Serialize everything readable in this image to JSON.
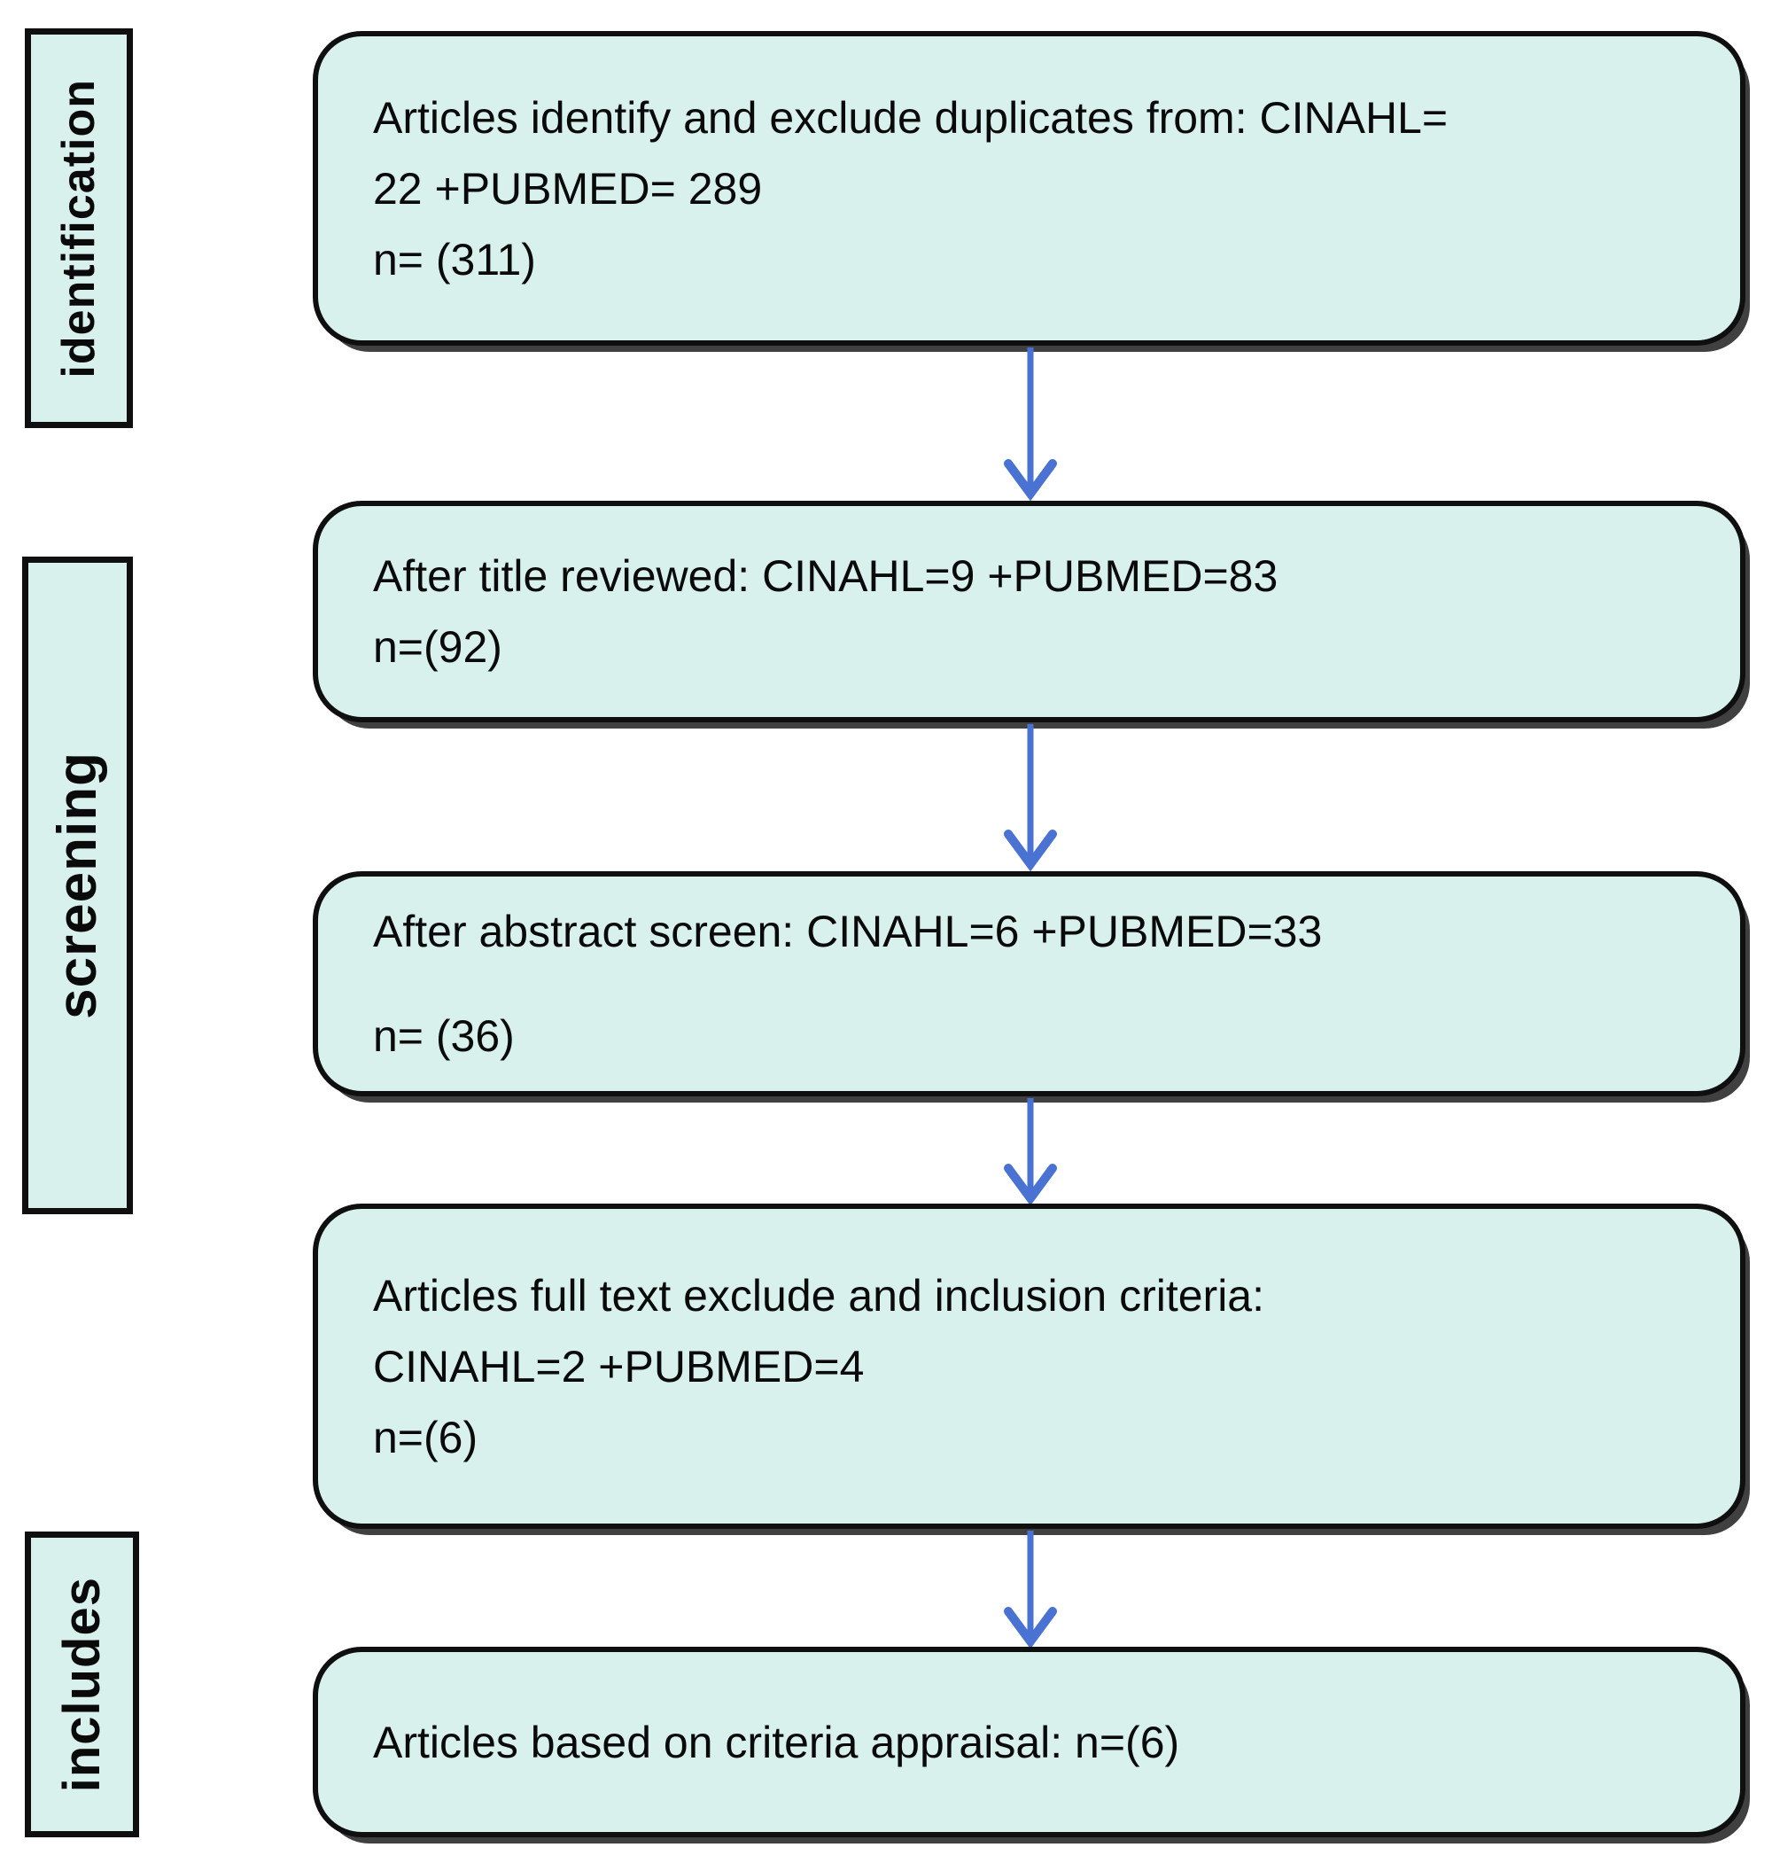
{
  "diagram": {
    "type": "prisma-flowchart",
    "stage_labels": [
      {
        "id": "identification",
        "label": "identification"
      },
      {
        "id": "screening",
        "label": "screening"
      },
      {
        "id": "includes",
        "label": "includes"
      }
    ],
    "boxes": [
      {
        "id": "duplicates-excluded",
        "lines": [
          "Articles identify and exclude duplicates from: CINAHL=",
          "22 +PUBMED= 289",
          "n= (311)"
        ]
      },
      {
        "id": "title-reviewed",
        "lines": [
          "After title reviewed: CINAHL=9 +PUBMED=83",
          "n=(92)"
        ]
      },
      {
        "id": "abstract-screened",
        "lines": [
          "After abstract screen: CINAHL=6 +PUBMED=33",
          "n= (36)"
        ]
      },
      {
        "id": "full-text-criteria",
        "lines": [
          "Articles full text exclude and inclusion criteria:",
          "CINAHL=2 +PUBMED=4",
          "n=(6)"
        ]
      },
      {
        "id": "criteria-appraisal",
        "lines": [
          "Articles based on criteria appraisal: n=(6)"
        ]
      }
    ]
  },
  "colors": {
    "page_bg": "#ffffff",
    "box_fill": "#d8f1ec",
    "box_border": "#0f0f0f",
    "arrow": "#4a72d3",
    "text": "#0a0a0a"
  }
}
